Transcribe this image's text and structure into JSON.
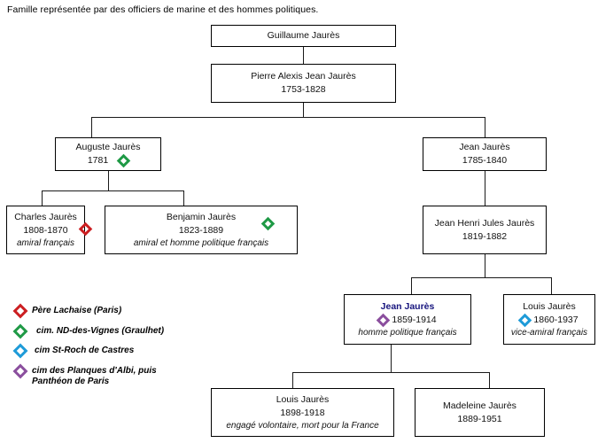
{
  "caption": "Famille représentée par des officiers de marine et des hommes politiques.",
  "colors": {
    "pere_lachaise": "#cc1f22",
    "nd_des_vignes": "#1f9a46",
    "st_roch": "#1e9bd8",
    "planques_albi": "#8b4f9e",
    "box_border": "#000000",
    "line": "#1a1a1a",
    "highlight_name": "#17157e"
  },
  "nodes": {
    "guillaume": {
      "name": "Guillaume Jaurès",
      "dates": "",
      "desc": "",
      "marker": ""
    },
    "pierre_alexis": {
      "name": "Pierre Alexis Jean Jaurès",
      "dates": "1753-1828",
      "desc": "",
      "marker": ""
    },
    "auguste": {
      "name": "Auguste Jaurès",
      "dates": "1781",
      "desc": "",
      "marker": "nd_des_vignes"
    },
    "jean_1785": {
      "name": "Jean Jaurès",
      "dates": "1785-1840",
      "desc": "",
      "marker": ""
    },
    "charles": {
      "name": "Charles Jaurès",
      "dates": "1808-1870",
      "desc": "amiral français",
      "marker": "pere_lachaise"
    },
    "benjamin": {
      "name": "Benjamin Jaurès",
      "dates": "1823-1889",
      "desc": "amiral et homme politique français",
      "marker": "nd_des_vignes"
    },
    "jean_henri_jules": {
      "name": "Jean Henri Jules Jaurès",
      "dates": "1819-1882",
      "desc": "",
      "marker": ""
    },
    "jean_1859": {
      "name": "Jean Jaurès",
      "dates": "1859-1914",
      "desc": "homme politique français",
      "marker": "planques_albi"
    },
    "louis_1860": {
      "name": "Louis Jaurès",
      "dates": "1860-1937",
      "desc": "vice-amiral français",
      "marker": "st_roch"
    },
    "louis_1898": {
      "name": "Louis Jaurès",
      "dates": "1898-1918",
      "desc": "engagé volontaire, mort pour la France",
      "marker": ""
    },
    "madeleine": {
      "name": "Madeleine Jaurès",
      "dates": "1889-1951",
      "desc": "",
      "marker": ""
    }
  },
  "legend": {
    "items": [
      {
        "key": "pere_lachaise",
        "color": "#cc1f22",
        "label": "Père Lachaise (Paris)"
      },
      {
        "key": "nd_des_vignes",
        "color": "#1f9a46",
        "label": "cim. ND-des-Vignes (Graulhet)"
      },
      {
        "key": "st_roch",
        "color": "#1e9bd8",
        "label": "cim St-Roch de Castres"
      },
      {
        "key": "planques_albi",
        "color": "#8b4f9e",
        "label": "cim des Planques d'Albi, puis\nPanthéon de Paris"
      }
    ]
  }
}
